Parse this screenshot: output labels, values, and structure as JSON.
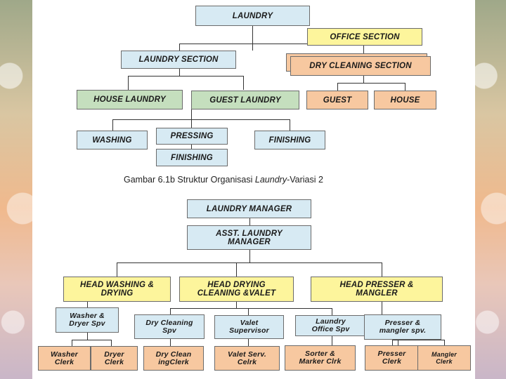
{
  "diagram1": {
    "laundry": "LAUNDRY",
    "office_section": "OFFICE SECTION",
    "laundry_section": "LAUNDRY SECTION",
    "dry_cleaning_section": "DRY CLEANING SECTION",
    "house_laundry": "HOUSE LAUNDRY",
    "guest_laundry": "GUEST LAUNDRY",
    "guest": "GUEST",
    "house": "HOUSE",
    "washing": "WASHING",
    "pressing": "PRESSING",
    "finishing_under_pressing": "FINISHING",
    "finishing": "FINISHING"
  },
  "caption": {
    "prefix": "Gambar 6.1b Struktur Organisasi ",
    "italic": "Laundry",
    "suffix": "-Variasi 2"
  },
  "diagram2": {
    "laundry_manager": "LAUNDRY MANAGER",
    "asst_manager": "ASST. LAUNDRY MANAGER",
    "head_washing": "HEAD WASHING & DRYING",
    "head_drying": "HEAD DRYING CLEANING &VALET",
    "head_presser": "HEAD PRESSER & MANGLER",
    "washer_dryer_spv": "Washer & Dryer Spv",
    "dry_cleaning_spv": "Dry Cleaning Spv",
    "valet_supervisor": "Valet Supervisor",
    "laundry_office_spv": "Laundry Office Spv",
    "presser_mangler_spv": "Presser & mangler spv.",
    "washer_clerk": "Washer Clerk",
    "dryer_clerk": "Dryer Clerk",
    "dry_clean_clerk": "Dry Clean ingClerk",
    "valet_serv": "Valet Serv. Celrk",
    "sorter_marker": "Sorter & Marker Clrk",
    "presser_clerk": "Presser Clerk",
    "mangler_clerk": "Mangler Clerk"
  }
}
